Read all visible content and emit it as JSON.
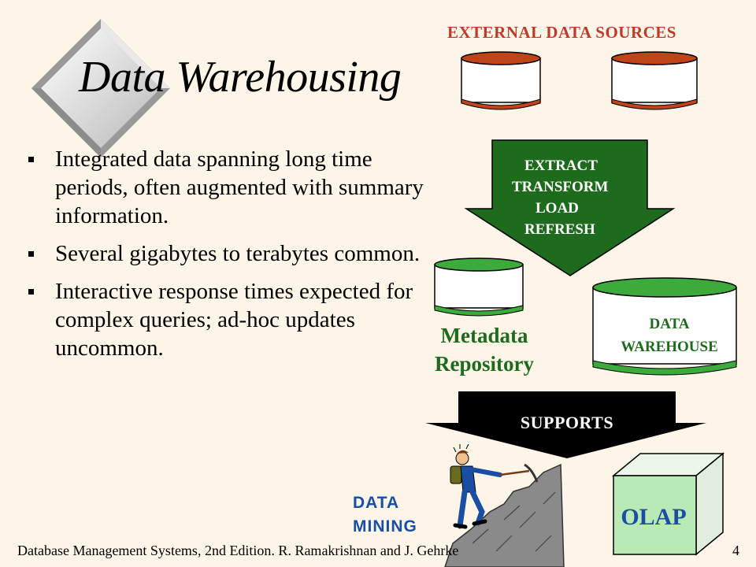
{
  "slide": {
    "title": "Data Warehousing",
    "bullets": [
      "Integrated data spanning long time periods, often augmented with summary information.",
      "Several gigabytes to terabytes common.",
      "Interactive response times expected for complex queries; ad-hoc updates uncommon."
    ]
  },
  "diagram": {
    "external_sources_label": "EXTERNAL DATA SOURCES",
    "etl_steps": [
      "EXTRACT",
      "TRANSFORM",
      "LOAD",
      "REFRESH"
    ],
    "metadata_label": [
      "Metadata",
      "Repository"
    ],
    "warehouse_label": [
      "DATA",
      "WAREHOUSE"
    ],
    "supports_label": "SUPPORTS",
    "olap_label": "OLAP",
    "data_mining_label": [
      "DATA",
      "MINING"
    ]
  },
  "footer": {
    "text": "Database Management Systems, 2nd Edition. R. Ramakrishnan and J. Gehrke",
    "page": "4"
  },
  "colors": {
    "background": "#fdf6e8",
    "cylinder_red": "#c0441a",
    "cylinder_green": "#3cab3c",
    "arrow_green": "#1e6b1e",
    "arrow_black": "#000000",
    "label_red": "#c0392b",
    "label_blue": "#1a4ea3"
  }
}
